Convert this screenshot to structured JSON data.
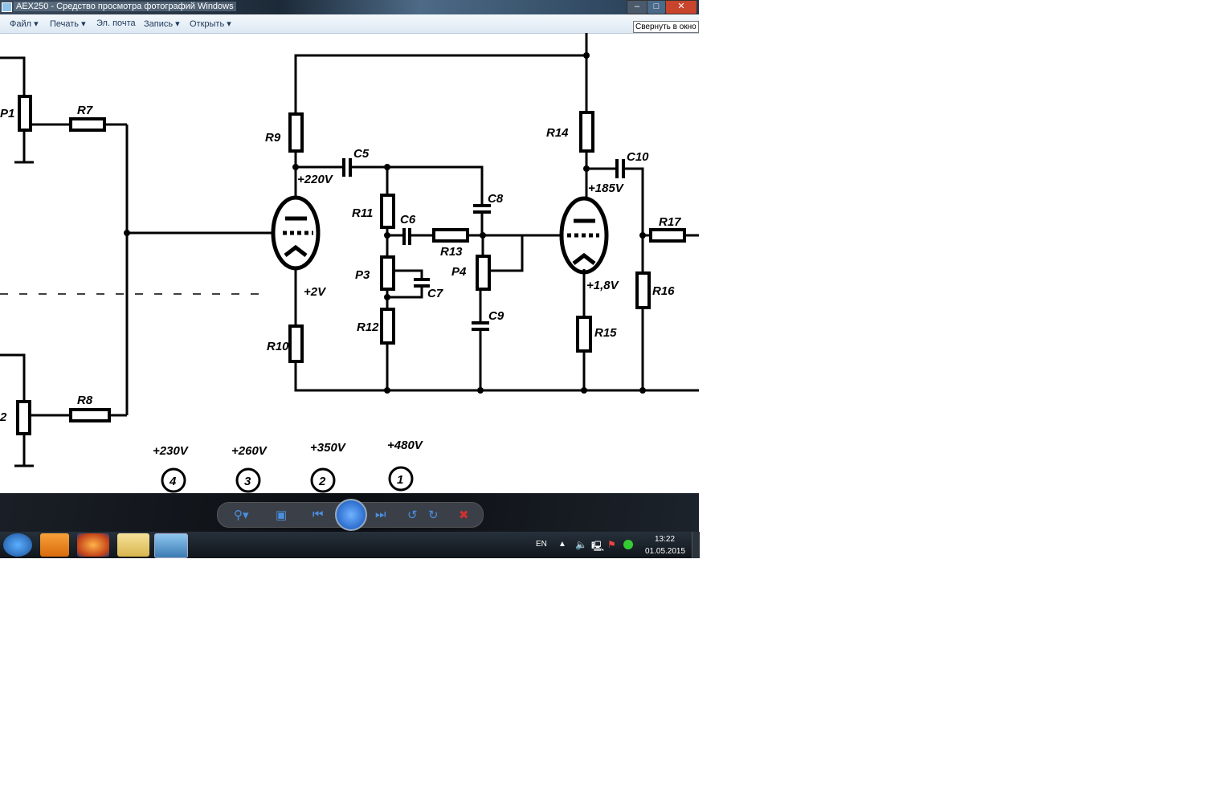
{
  "window": {
    "title": "AEX250 - Средство просмотра фотографий Windows",
    "tooltip": "Свернуть в окно"
  },
  "menu": [
    "Файл",
    "Печать",
    "Эл. почта",
    "Запись",
    "Открыть"
  ],
  "schematic": {
    "labels": {
      "p1": "P1",
      "r7": "R7",
      "r9": "R9",
      "c5": "C5",
      "v220": "+220V",
      "r11": "R11",
      "c6": "C6",
      "c8": "C8",
      "r13": "R13",
      "p3": "P3",
      "p4": "P4",
      "c7": "C7",
      "r12": "R12",
      "c9": "C9",
      "r10": "R10",
      "v2": "+2V",
      "r14": "R14",
      "c10": "C10",
      "v185": "+185V",
      "r17": "R17",
      "r16": "R16",
      "v18": "+1,8V",
      "r15": "R15",
      "p2": "2",
      "r8": "R8"
    },
    "supplies": [
      {
        "voltage": "+230V",
        "num": "4"
      },
      {
        "voltage": "+260V",
        "num": "3"
      },
      {
        "voltage": "+350V",
        "num": "2"
      },
      {
        "voltage": "+480V",
        "num": "1"
      }
    ]
  },
  "taskbar": {
    "lang": "EN",
    "time": "13:22",
    "date": "01.05.2015"
  }
}
